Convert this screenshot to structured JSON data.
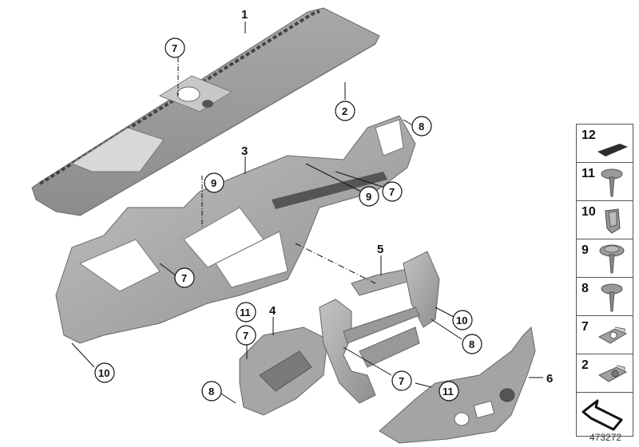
{
  "diagram": {
    "reference_number": "473272",
    "parts": [
      {
        "id": "1",
        "label": "1"
      },
      {
        "id": "2",
        "label": "2"
      },
      {
        "id": "3",
        "label": "3"
      },
      {
        "id": "4",
        "label": "4"
      },
      {
        "id": "5",
        "label": "5"
      },
      {
        "id": "6",
        "label": "6"
      }
    ],
    "callouts": {
      "c7_top": "7",
      "c2": "2",
      "c8_top": "8",
      "c9_left": "9",
      "c9_right": "9",
      "c7_right": "7",
      "c7_mid": "7",
      "c10_left": "10",
      "c11_left": "11",
      "c7_part4": "7",
      "c8_bottom": "8",
      "c10_right": "10",
      "c8_right": "8",
      "c7_bottom": "7",
      "c11_bottom": "11"
    },
    "legend": [
      {
        "num": "12",
        "icon": "foam-pad-icon"
      },
      {
        "num": "11",
        "icon": "screw-icon"
      },
      {
        "num": "10",
        "icon": "clip-icon"
      },
      {
        "num": "9",
        "icon": "screw-washer-icon"
      },
      {
        "num": "8",
        "icon": "screw-icon"
      },
      {
        "num": "7",
        "icon": "speed-nut-icon"
      },
      {
        "num": "2",
        "icon": "clip-nut-icon"
      },
      {
        "num": "",
        "icon": "arrow-icon"
      }
    ]
  }
}
